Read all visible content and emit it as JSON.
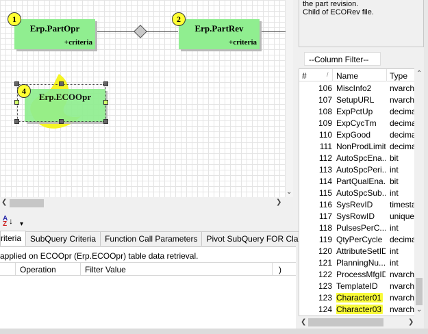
{
  "diagram": {
    "nodes": [
      {
        "id": "1",
        "title": "Erp.PartOpr",
        "subtitle": "+criteria"
      },
      {
        "id": "2",
        "title": "Erp.PartRev",
        "subtitle": "+criteria"
      },
      {
        "id": "4",
        "title": "Erp.ECOOpr",
        "subtitle": ""
      }
    ]
  },
  "toolbar": {
    "sort_icon_top": "A",
    "sort_icon_bottom": "Z",
    "sort_arrow": "↓",
    "dropdown_glyph": "▾"
  },
  "tabs": [
    {
      "label": "riteria",
      "active": true
    },
    {
      "label": "SubQuery Criteria",
      "active": false
    },
    {
      "label": "Function Call Parameters",
      "active": false
    },
    {
      "label": "Pivot SubQuery FOR Clau...",
      "active": false
    }
  ],
  "criteria_panel": {
    "description": "applied on ECOOpr (Erp.ECOOpr)  table data retrieval.",
    "columns": [
      "Operation",
      "Filter Value",
      ")"
    ]
  },
  "description_box": {
    "lines": [
      "the part revision.",
      "Child of ECORev file."
    ]
  },
  "column_filter": {
    "placeholder": "--Column Filter--"
  },
  "columns_grid": {
    "headers": [
      "#",
      "/",
      "Name",
      "Type"
    ],
    "rows": [
      {
        "num": "106",
        "name": "MiscInfo2",
        "type": "nvarch"
      },
      {
        "num": "107",
        "name": "SetupURL",
        "type": "nvarch"
      },
      {
        "num": "108",
        "name": "ExpPctUp",
        "type": "decima"
      },
      {
        "num": "109",
        "name": "ExpCycTm",
        "type": "decima"
      },
      {
        "num": "110",
        "name": "ExpGood",
        "type": "decima"
      },
      {
        "num": "111",
        "name": "NonProdLimit",
        "type": "decima"
      },
      {
        "num": "112",
        "name": "AutoSpcEna...",
        "type": "bit"
      },
      {
        "num": "113",
        "name": "AutoSpcPeri...",
        "type": "int"
      },
      {
        "num": "114",
        "name": "PartQualEna...",
        "type": "bit"
      },
      {
        "num": "115",
        "name": "AutoSpcSub...",
        "type": "int"
      },
      {
        "num": "116",
        "name": "SysRevID",
        "type": "timesta"
      },
      {
        "num": "117",
        "name": "SysRowID",
        "type": "unique"
      },
      {
        "num": "118",
        "name": "PulsesPerC...",
        "type": "int"
      },
      {
        "num": "119",
        "name": "QtyPerCycle",
        "type": "decima"
      },
      {
        "num": "120",
        "name": "AttributeSetID",
        "type": "int"
      },
      {
        "num": "121",
        "name": "PlanningNu...",
        "type": "int"
      },
      {
        "num": "122",
        "name": "ProcessMfgID",
        "type": "nvarch"
      },
      {
        "num": "123",
        "name": "TemplateID",
        "type": "nvarch"
      },
      {
        "num": "123",
        "name": "Character01",
        "type": "nvarch",
        "highlight": true
      },
      {
        "num": "124",
        "name": "Character03",
        "type": "nvarch",
        "highlight": true
      }
    ]
  },
  "colors": {
    "node_fill": "#90ee90",
    "badge_fill": "#ffff33",
    "highlight": "#f9fb3a"
  }
}
